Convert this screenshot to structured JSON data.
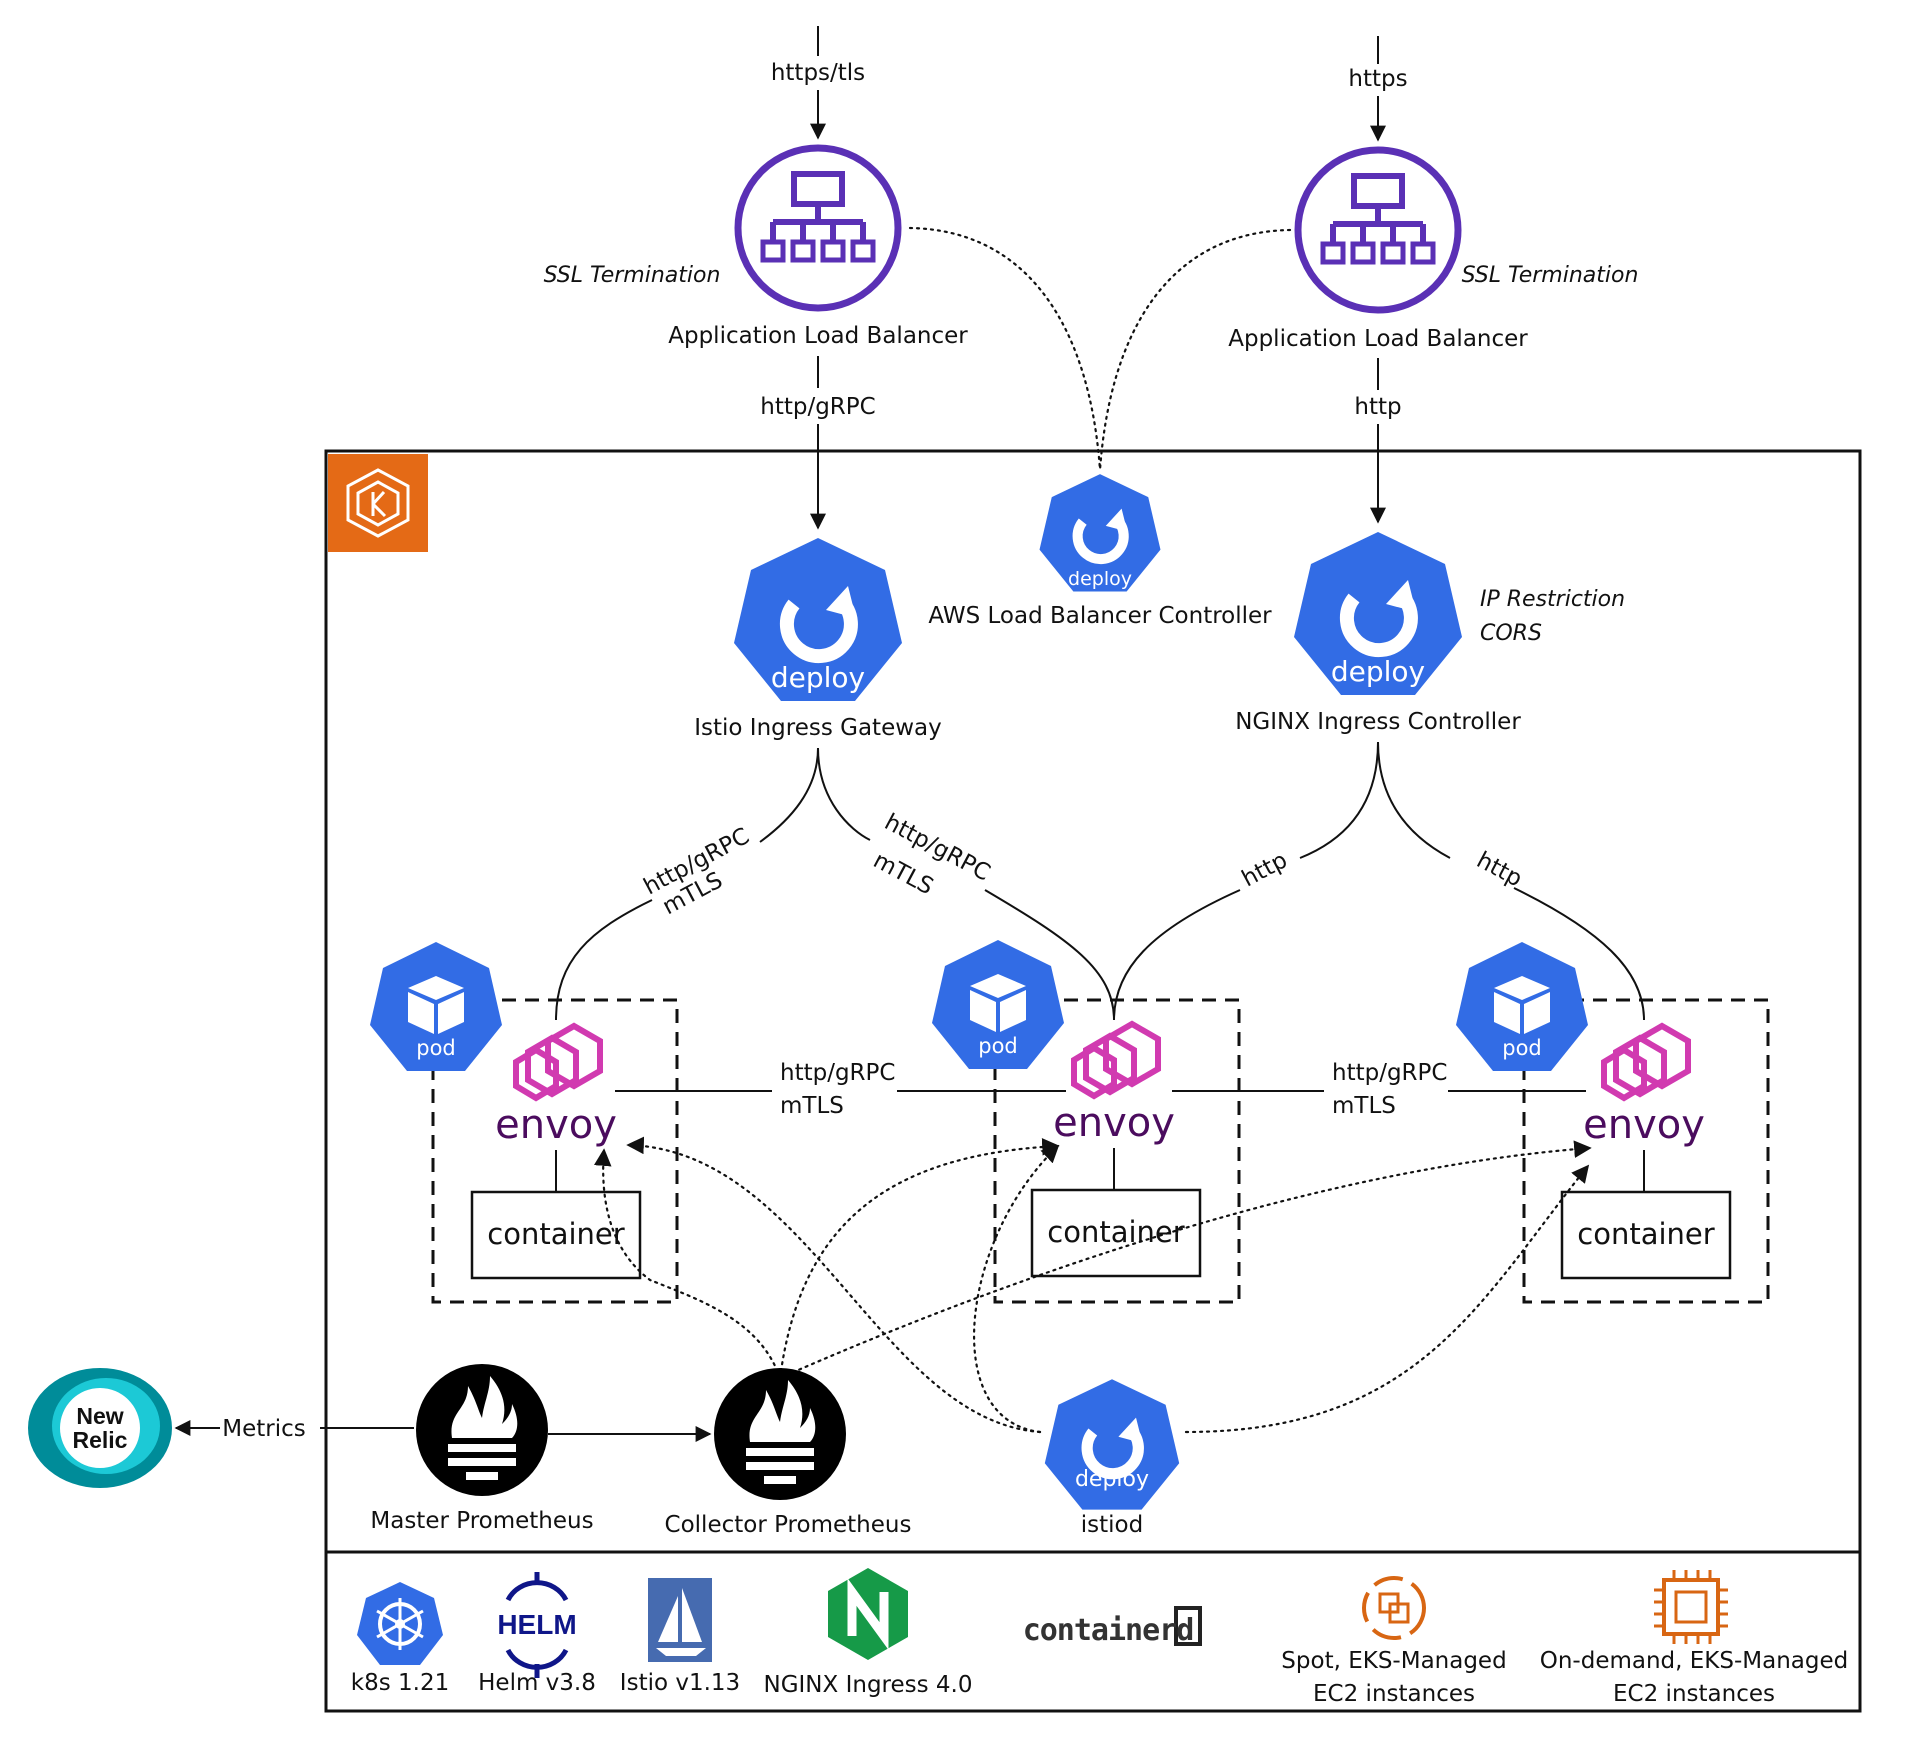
{
  "top": {
    "alb_left": {
      "protocol_in": "https/tls",
      "note": "SSL Termination",
      "label": "Application Load Balancer",
      "protocol_out": "http/gRPC"
    },
    "alb_right": {
      "protocol_in": "https",
      "note": "SSL Termination",
      "label": "Application Load Balancer",
      "protocol_out": "http"
    }
  },
  "cluster": {
    "istio_gateway": {
      "icon_text": "deploy",
      "label": "Istio Ingress Gateway"
    },
    "lb_controller": {
      "icon_text": "deploy",
      "label": "AWS Load Balancer Controller"
    },
    "nginx_controller": {
      "icon_text": "deploy",
      "label": "NGINX Ingress Controller",
      "note_line1": "IP Restriction",
      "note_line2": "CORS"
    },
    "edges": {
      "gw_left_1": "http/gRPC",
      "gw_left_2": "mTLS",
      "gw_mid_1": "http/gRPC",
      "gw_mid_2": "mTLS",
      "nginx_mid": "http",
      "nginx_right": "http",
      "pod12_1": "http/gRPC",
      "pod12_2": "mTLS",
      "pod23_1": "http/gRPC",
      "pod23_2": "mTLS",
      "metrics": "Metrics"
    },
    "pods": [
      {
        "badge": "pod",
        "proxy": "envoy",
        "container": "container"
      },
      {
        "badge": "pod",
        "proxy": "envoy",
        "container": "container"
      },
      {
        "badge": "pod",
        "proxy": "envoy",
        "container": "container"
      }
    ],
    "monitoring": {
      "master": "Master Prometheus",
      "collector": "Collector Prometheus",
      "istiod": {
        "icon_text": "deploy",
        "label": "istiod"
      },
      "newrelic_line1": "New",
      "newrelic_line2": "Relic"
    }
  },
  "legend": {
    "k8s": "k8s 1.21",
    "helm_logo": "HELM",
    "helm": "Helm v3.8",
    "istio": "Istio v1.13",
    "nginx": "NGINX Ingress 4.0",
    "containerd_logo": "containerd",
    "spot_line1": "Spot, EKS-Managed",
    "spot_line2": "EC2 instances",
    "ondemand_line1": "On-demand, EKS-Managed",
    "ondemand_line2": "EC2 instances"
  },
  "colors": {
    "alb_purple": "#5a30b5",
    "k8s_blue": "#326ce5",
    "envoy_pink": "#d13ab0",
    "envoy_text": "#4b0c5e",
    "eks_orange": "#e46a16",
    "nginx_green": "#169a48",
    "istio_blue": "#466bb0",
    "helm_navy": "#0f1689",
    "aws_orange": "#d86613",
    "newrelic_teal": "#008c99"
  }
}
